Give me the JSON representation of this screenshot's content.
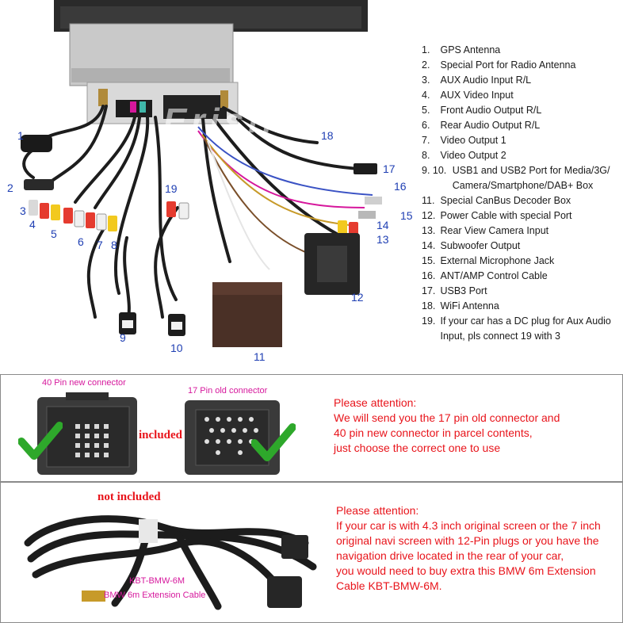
{
  "legend": [
    {
      "num": "1.",
      "text": "GPS Antenna"
    },
    {
      "num": "2.",
      "text": "Special Port for Radio Antenna"
    },
    {
      "num": "3.",
      "text": "AUX Audio Input R/L"
    },
    {
      "num": "4.",
      "text": "AUX Video Input"
    },
    {
      "num": "5.",
      "text": "Front Audio Output R/L"
    },
    {
      "num": "6.",
      "text": "Rear Audio Output R/L"
    },
    {
      "num": "7.",
      "text": "Video Output 1"
    },
    {
      "num": "8.",
      "text": "Video Output 2"
    },
    {
      "num": "9. 10.",
      "text": "USB1 and USB2 Port for Media/3G/ Camera/Smartphone/DAB+ Box"
    },
    {
      "num": "11.",
      "text": "Special CanBus Decoder Box"
    },
    {
      "num": "12.",
      "text": "Power Cable with special Port"
    },
    {
      "num": "13.",
      "text": "Rear View Camera Input"
    },
    {
      "num": "14.",
      "text": "Subwoofer Output"
    },
    {
      "num": "15.",
      "text": "External Microphone Jack"
    },
    {
      "num": "16.",
      "text": "ANT/AMP Control Cable"
    },
    {
      "num": "17.",
      "text": "USB3 Port"
    },
    {
      "num": "18.",
      "text": "WiFi Antenna"
    },
    {
      "num": "19.",
      "text": "If your car has a DC plug for Aux Audio Input, pls connect 19 with 3"
    }
  ],
  "callouts": {
    "c1": "1",
    "c2": "2",
    "c3": "3",
    "c4": "4",
    "c5": "5",
    "c6": "6",
    "c7": "7",
    "c8": "8",
    "c9": "9",
    "c10": "10",
    "c11": "11",
    "c12": "12",
    "c13": "13",
    "c14": "14",
    "c15": "15",
    "c16": "16",
    "c17": "17",
    "c18": "18",
    "c19": "19"
  },
  "watermark": "Erisin",
  "panel1": {
    "label_40pin": "40 Pin new connector",
    "label_17pin": "17 Pin old connector",
    "included": "included",
    "attention_title": "Please attention:",
    "attention_lines": [
      "We will send you the 17 pin old connector and",
      "40 pin new connector in parcel contents,",
      "just choose the correct one to use"
    ]
  },
  "panel2": {
    "not_included": "not included",
    "cable_code": "KBT-BMW-6M",
    "cable_name": "BMW 6m Extension Cable",
    "attention_title": "Please attention:",
    "attention_lines": [
      "If your car is with 4.3 inch original screen or the 7 inch",
      "original navi screen with 12-Pin plugs or you have the",
      "navigation drive located in the rear of your car,",
      "you would need to buy extra this BMW 6m Extension",
      "Cable KBT-BMW-6M."
    ]
  },
  "colors": {
    "callout": "#1f3fb3",
    "attention": "#e8141b",
    "connector_label": "#d6179c",
    "check": "#2ea82b"
  }
}
